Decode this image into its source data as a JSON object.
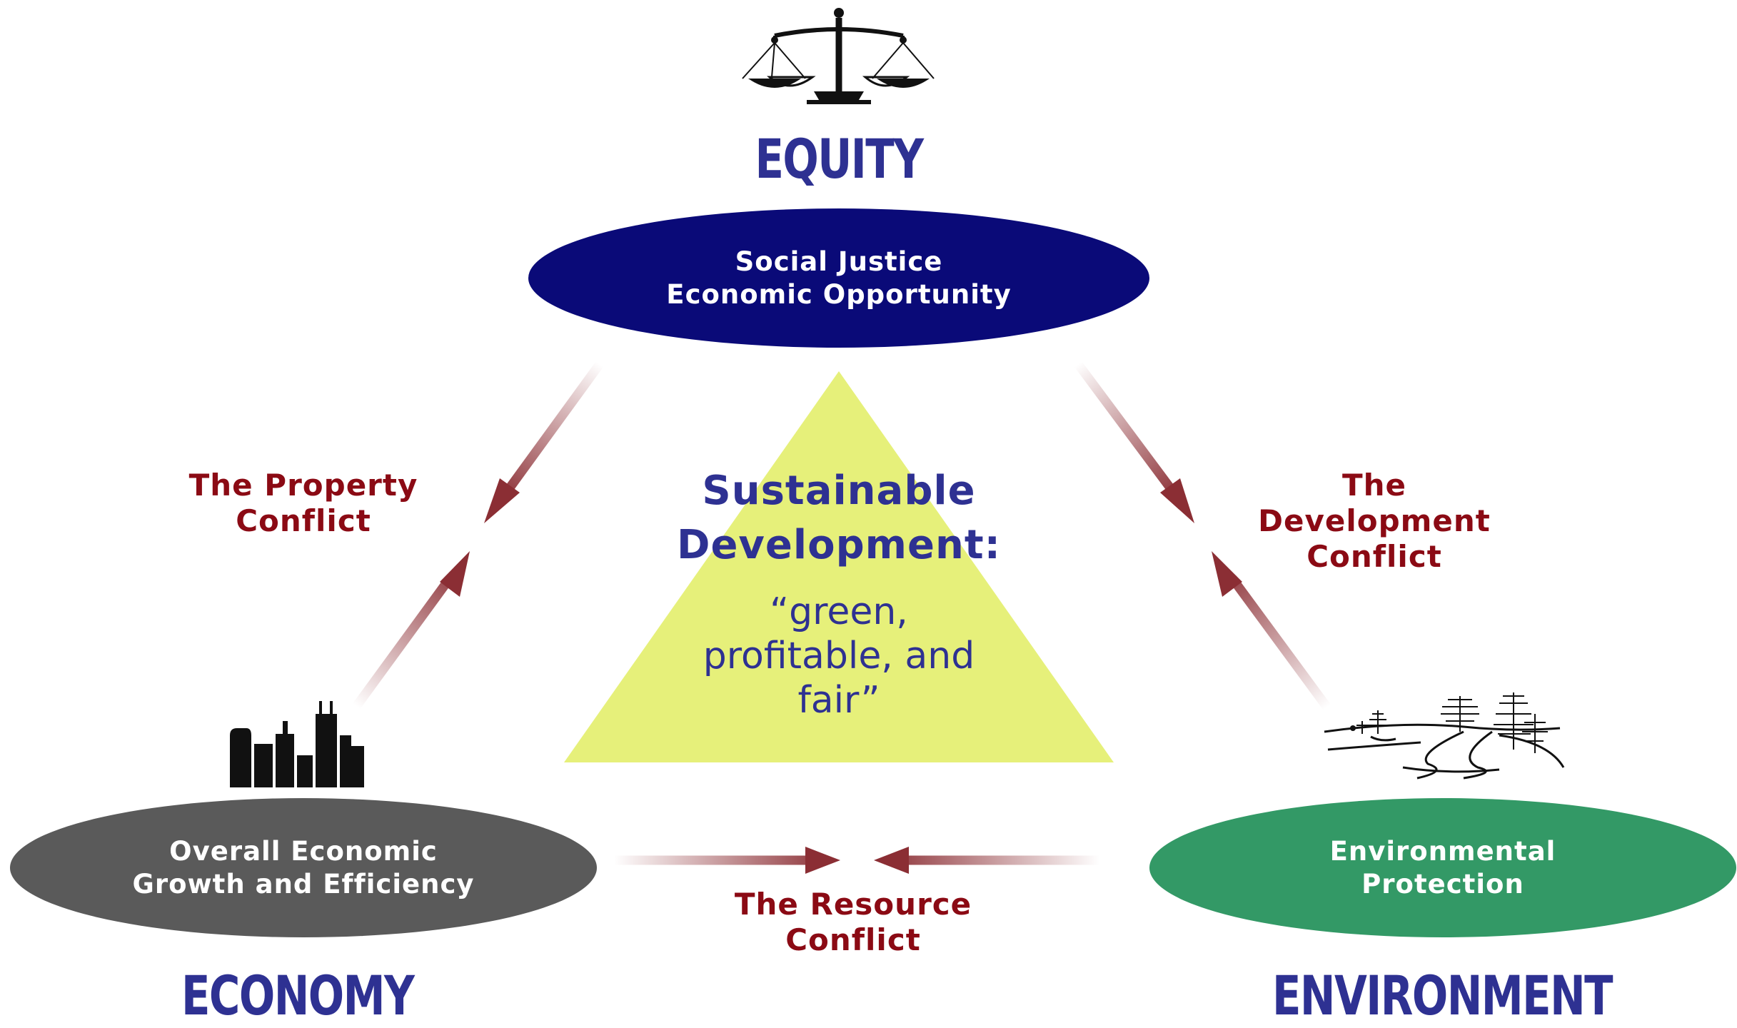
{
  "diagram": {
    "center": {
      "title_line1": "Sustainable",
      "title_line2": "Development:",
      "quote_line1": "“green,",
      "quote_line2": "profitable, and",
      "quote_line3": "fair”"
    },
    "equity": {
      "heading": "EQUITY",
      "line1": "Social Justice",
      "line2": "Economic Opportunity",
      "icon": "scales-icon"
    },
    "economy": {
      "heading": "ECONOMY",
      "line1": "Overall Economic",
      "line2": "Growth and Efficiency",
      "icon": "skyline-icon"
    },
    "environment": {
      "heading": "ENVIRONMENT",
      "line1": "Environmental",
      "line2": "Protection",
      "icon": "landscape-icon"
    },
    "conflicts": {
      "property": {
        "line1": "The Property",
        "line2": "Conflict"
      },
      "development": {
        "line1": "The",
        "line2": "Development",
        "line3": "Conflict"
      },
      "resource": {
        "line1": "The Resource",
        "line2": "Conflict"
      }
    },
    "colors": {
      "equity_oval": "#0a0a78",
      "economy_oval": "#5a5a5a",
      "environment_oval": "#339966",
      "triangle": "#e6f07a",
      "heading_text": "#2e3192",
      "conflict_text": "#8b0a14",
      "arrow": "#8b2e34"
    }
  }
}
